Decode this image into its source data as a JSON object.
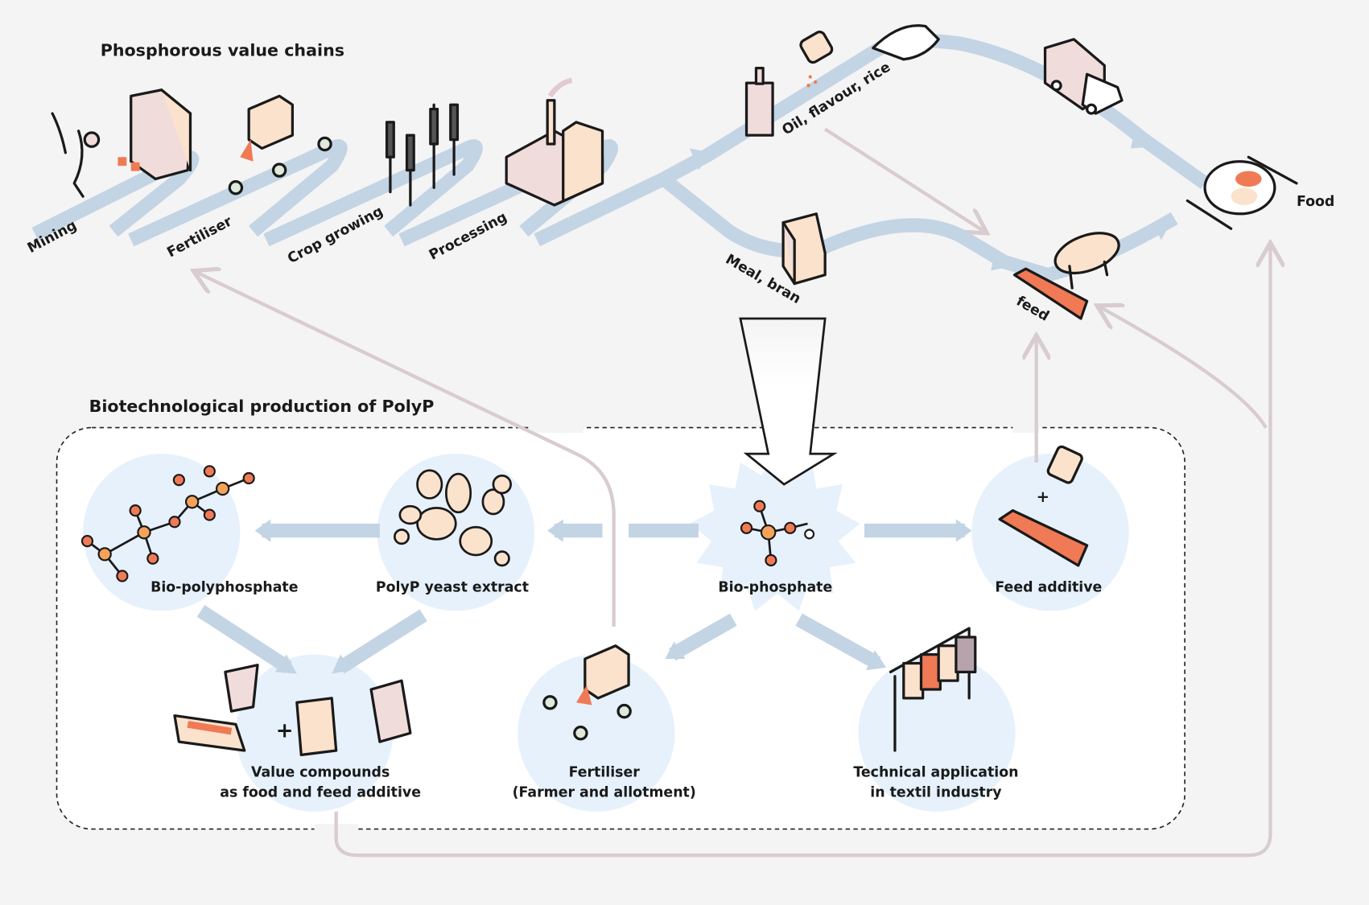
{
  "titles": {
    "value_chains": "Phosphorous value chains",
    "biotech": "Biotechnological production of PolyP"
  },
  "chain": {
    "mining": "Mining",
    "fertiliser": "Fertiliser",
    "crop": "Crop growing",
    "processing": "Processing",
    "oil": "Oil, flavour, rice",
    "meal": "Meal, bran",
    "feed": "feed",
    "food": "Food"
  },
  "biotech": {
    "bio_polyphosphate": "Bio-polyphosphate",
    "yeast": "PolyP yeast extract",
    "bio_phosphate": "Bio-phosphate",
    "feed_additive": "Feed additive",
    "value_line1": "Value compounds",
    "value_line2": "as food and feed additive",
    "fert_line1": "Fertiliser",
    "fert_line2": "(Farmer and allotment)",
    "tech_line1": "Technical application",
    "tech_line2": "in textil industry"
  },
  "colors": {
    "background": "#f4f4f4",
    "flow_arrow": "#c3d4e4",
    "recycle_arrow": "#d8ccd0",
    "node_circle": "#e6f1fb",
    "accent_orange": "#ef7a55",
    "accent_pink": "#f1dcdc",
    "accent_peach": "#fbe2cc"
  }
}
